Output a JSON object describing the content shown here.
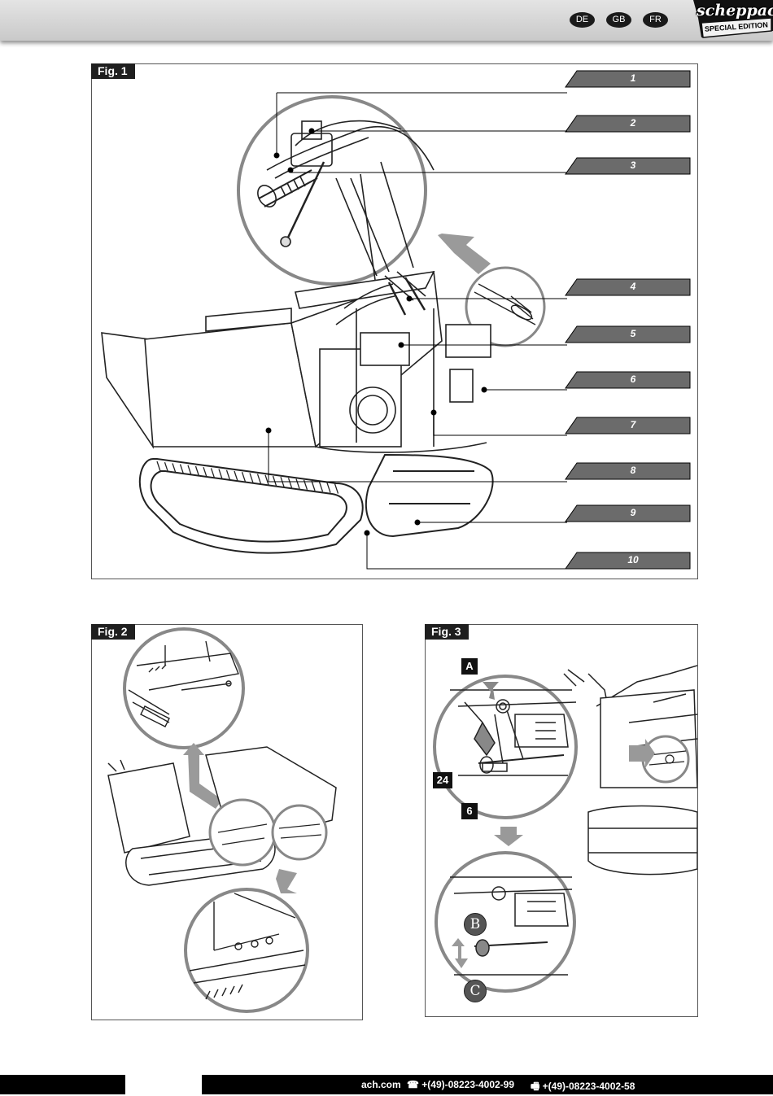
{
  "header": {
    "languages": [
      "DE",
      "GB",
      "FR"
    ],
    "brand": "scheppach",
    "edition": "SPECIAL EDITION"
  },
  "fig1": {
    "title": "Fig. 1",
    "callouts": [
      "1",
      "2",
      "3",
      "4",
      "5",
      "6",
      "7",
      "8",
      "9",
      "10"
    ]
  },
  "fig2": {
    "title": "Fig. 2"
  },
  "fig3": {
    "title": "Fig. 3",
    "labels": {
      "a": "A",
      "n24": "24",
      "n6": "6",
      "b": "B",
      "c": "C"
    }
  },
  "footer": {
    "website": "ach.com",
    "phone": "☎ +(49)-08223-4002-99",
    "fax": "🖷 +(49)-08223-4002-58"
  },
  "colors": {
    "callout_bar": "#6b6b6b",
    "badge": "#111111",
    "header": "#d0d0d0"
  }
}
